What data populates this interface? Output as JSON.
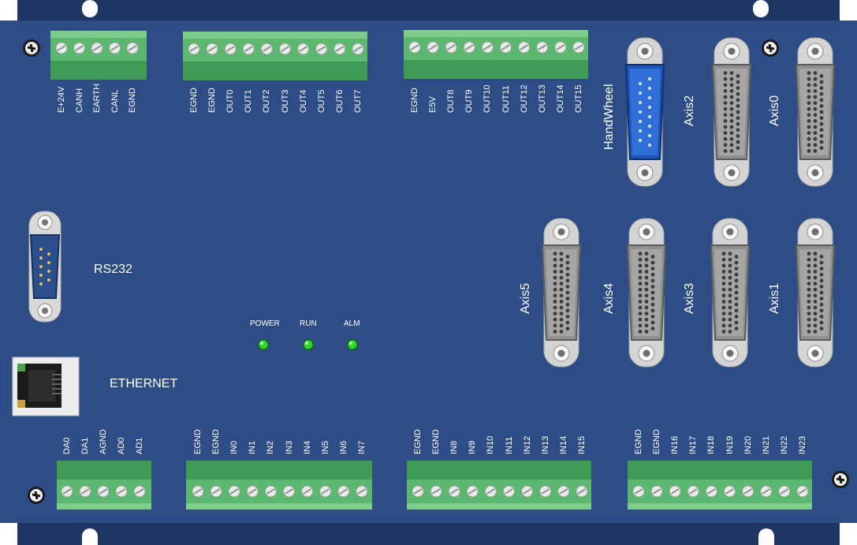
{
  "colors": {
    "panel": "#2e4d86",
    "frame": "#1f3564",
    "terminal_green": "#5cb86e",
    "terminal_dark": "#3f9a55",
    "screw": "#e8ece9",
    "led_green": "#2fd62f",
    "db_blue": "#2f6fd6",
    "db_grey": "#9a9a9a"
  },
  "top_terminals": {
    "block1": [
      "E+24V",
      "CANH",
      "EARTH",
      "CANL",
      "EGND"
    ],
    "block2": [
      "EGND",
      "EGND",
      "OUT0",
      "OUT1",
      "OUT2",
      "OUT3",
      "OUT4",
      "OUT5",
      "OUT6",
      "OUT7"
    ],
    "block3": [
      "EGND",
      "E5V",
      "OUT8",
      "OUT9",
      "OUT10",
      "OUT11",
      "OUT12",
      "OUT13",
      "OUT14",
      "OUT15"
    ]
  },
  "bottom_terminals": {
    "block1": [
      "DA0",
      "DA1",
      "AGND",
      "AD0",
      "AD1"
    ],
    "block2": [
      "EGND",
      "EGND",
      "IN0",
      "IN1",
      "IN2",
      "IN3",
      "IN4",
      "IN5",
      "IN6",
      "IN7"
    ],
    "block3": [
      "EGND",
      "EGND",
      "IN8",
      "IN9",
      "IN10",
      "IN11",
      "IN12",
      "IN13",
      "IN14",
      "IN15"
    ],
    "block4": [
      "EGND",
      "EGND",
      "IN16",
      "IN17",
      "IN18",
      "IN19",
      "IN20",
      "IN21",
      "IN22",
      "IN23"
    ]
  },
  "connectors": {
    "handwheel": "HandWheel",
    "axis2": "Axis2",
    "axis0": "Axis0",
    "axis5": "Axis5",
    "axis4": "Axis4",
    "axis3": "Axis3",
    "axis1": "Axis1",
    "rs232": "RS232",
    "ethernet": "ETHERNET"
  },
  "leds": [
    "POWER",
    "RUN",
    "ALM"
  ]
}
